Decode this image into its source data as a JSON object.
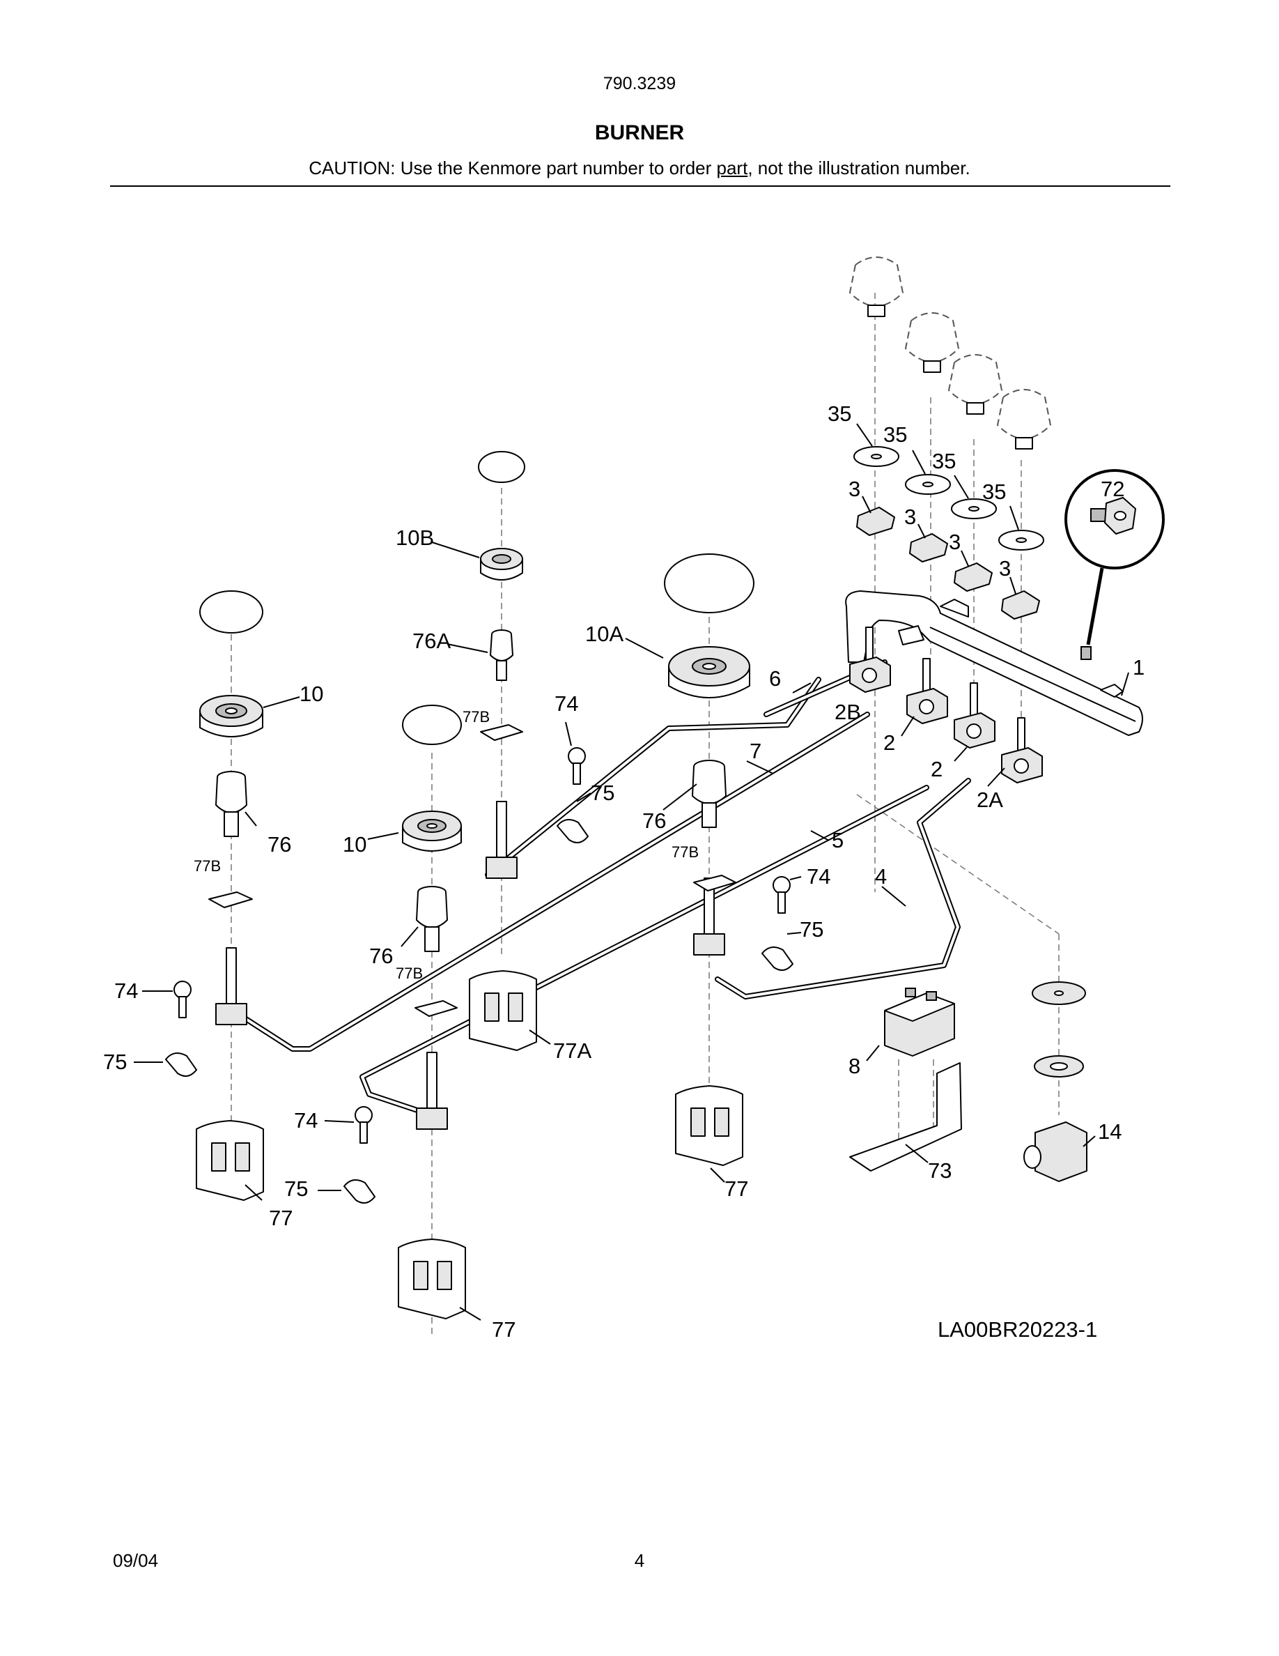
{
  "header": {
    "model": "790.3239",
    "title": "BURNER",
    "caution_pre": "CAUTION: Use the Kenmore part number to order ",
    "caution_link": "part",
    "caution_post": ", not the illustration number."
  },
  "diagram": {
    "code": "LA00BR20223-1",
    "callouts": {
      "c35a": "35",
      "c35b": "35",
      "c35c": "35",
      "c35d": "35",
      "c72": "72",
      "c3a": "3",
      "c3b": "3",
      "c3c": "3",
      "c3d": "3",
      "c10b": "10B",
      "c76a": "76A",
      "c10a": "10A",
      "c10": "10",
      "c10c": "10",
      "c77b1": "77B",
      "c77b2": "77B",
      "c77b3": "77B",
      "c77b4": "77B",
      "c74a": "74",
      "c74b": "74",
      "c74c": "74",
      "c74d": "74",
      "c75a": "75",
      "c75b": "75",
      "c75c": "75",
      "c75d": "75",
      "c76a1": "76",
      "c76b": "76",
      "c76c": "76",
      "c6": "6",
      "c2b": "2B",
      "c1": "1",
      "c7": "7",
      "c2a1": "2",
      "c2a2": "2",
      "c2A": "2A",
      "c5": "5",
      "c4": "4",
      "c77a": "77A",
      "c77_1": "77",
      "c77_2": "77",
      "c77_3": "77",
      "c8": "8",
      "c73": "73",
      "c14": "14"
    }
  },
  "footer": {
    "date": "09/04",
    "page": "4"
  }
}
